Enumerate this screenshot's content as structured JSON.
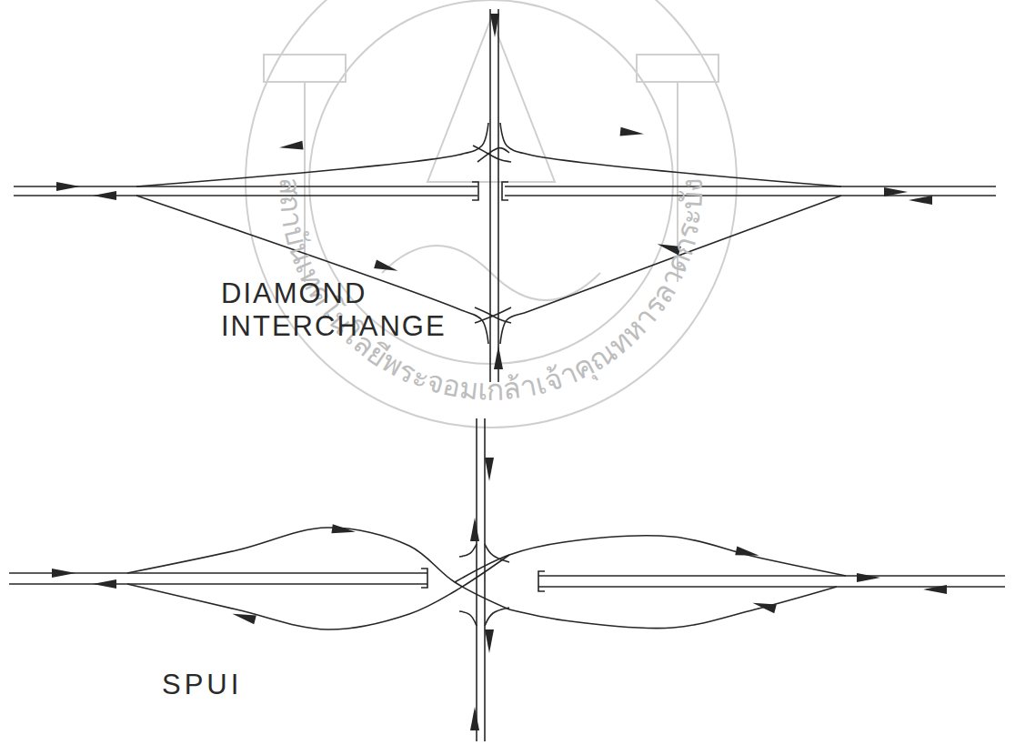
{
  "diagram": {
    "labels": [
      "DIAMOND INTERCHANGE",
      "SPUI",
      "สถาบันเทคโนโลยีพระจอมเกล้าเจ้าคุณทหารลาดกระบัง"
    ]
  }
}
